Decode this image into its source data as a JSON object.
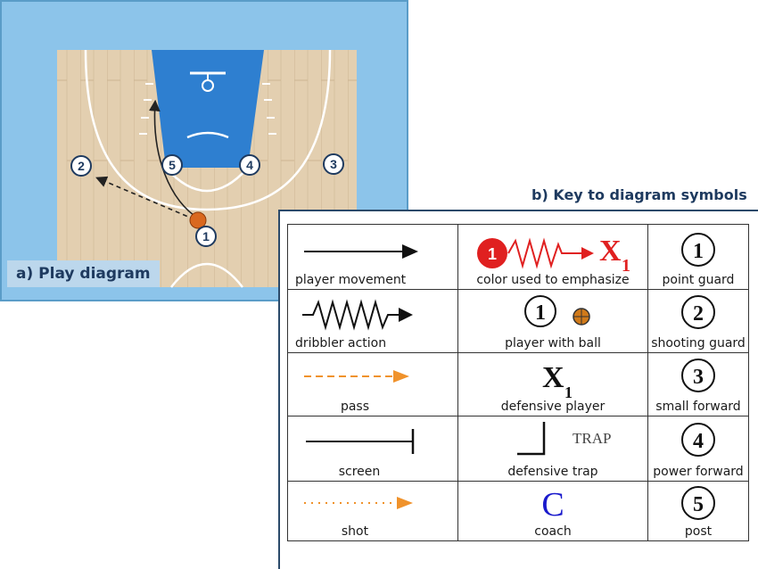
{
  "play_diagram": {
    "caption": "a) Play diagram",
    "players": [
      {
        "number": "1"
      },
      {
        "number": "2"
      },
      {
        "number": "3"
      },
      {
        "number": "4"
      },
      {
        "number": "5"
      }
    ],
    "colors": {
      "frame": "#8cc4ea",
      "floor": "#e3cfb0",
      "paint": "#2e7fd0",
      "ball": "#d9681f"
    }
  },
  "key": {
    "title": "b) Key to diagram symbols",
    "rows": [
      [
        {
          "caption": "player movement",
          "symbol": "solid-arrow"
        },
        {
          "caption": "color used to emphasize",
          "symbol": "red-emphasis",
          "badge": "1",
          "mark": "X",
          "sub": "1"
        },
        {
          "caption": "point guard",
          "symbol": "number-circle",
          "number": "1"
        }
      ],
      [
        {
          "caption": "dribbler action",
          "symbol": "zigzag-arrow"
        },
        {
          "caption": "player with ball",
          "symbol": "player-ball",
          "number": "1"
        },
        {
          "caption": "shooting guard",
          "symbol": "number-circle",
          "number": "2"
        }
      ],
      [
        {
          "caption": "pass",
          "symbol": "dashed-orange-arrow"
        },
        {
          "caption": "defensive player",
          "symbol": "defender",
          "mark": "X",
          "sub": "1"
        },
        {
          "caption": "small forward",
          "symbol": "number-circle",
          "number": "3"
        }
      ],
      [
        {
          "caption": "screen",
          "symbol": "screen-line"
        },
        {
          "caption": "defensive trap",
          "symbol": "trap",
          "label": "TRAP"
        },
        {
          "caption": "power forward",
          "symbol": "number-circle",
          "number": "4"
        }
      ],
      [
        {
          "caption": "shot",
          "symbol": "dotted-orange-arrow"
        },
        {
          "caption": "coach",
          "symbol": "coach",
          "label": "C"
        },
        {
          "caption": "post",
          "symbol": "number-circle",
          "number": "5"
        }
      ]
    ],
    "colors": {
      "emphasis": "#e02020",
      "pass": "#f0922b",
      "coach": "#1a1acc"
    }
  }
}
